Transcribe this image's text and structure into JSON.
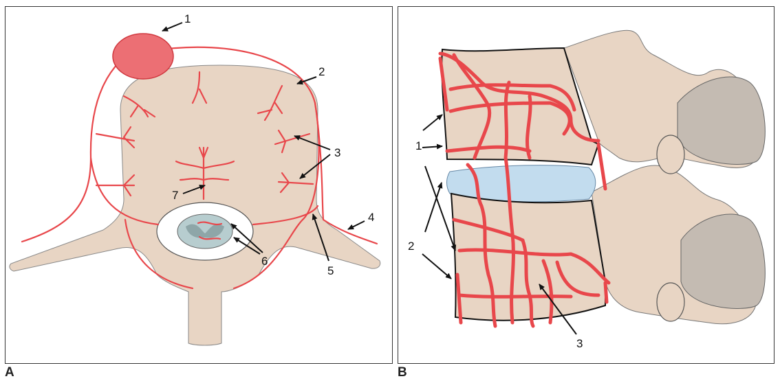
{
  "panels": [
    {
      "letter": "A"
    },
    {
      "letter": "B"
    }
  ],
  "panel_a_callouts": [
    "1",
    "2",
    "3",
    "4",
    "5",
    "6",
    "7"
  ],
  "panel_b_callouts": [
    "1",
    "2",
    "3"
  ],
  "colors": {
    "bone": "#e8d5c4",
    "artery": "#e8474b",
    "tumor": "#ec6f74",
    "disc": "#c2dcee",
    "facet": "#c4bbb2",
    "cord": "#b7cdcf"
  }
}
